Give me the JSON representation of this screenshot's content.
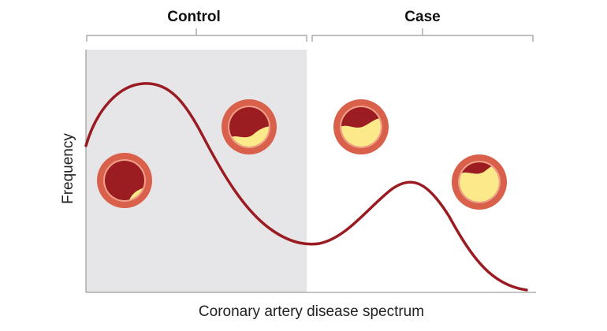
{
  "groups": {
    "control": {
      "label": "Control"
    },
    "case": {
      "label": "Case"
    }
  },
  "axes": {
    "x_label": "Coronary artery disease spectrum",
    "y_label": "Frequency"
  },
  "colors": {
    "curve": "#9b1b22",
    "control_shading": "#e6e6e8",
    "artery_wall": "#d9604a",
    "artery_lumen": "#9b1c21",
    "plaque": "#fbe98a",
    "bracket": "#a8a8a8",
    "axis": "#888888"
  },
  "arteries": [
    {
      "name": "artery-minimal-plaque",
      "plaque_level": 0.12
    },
    {
      "name": "artery-mild-plaque",
      "plaque_level": 0.35
    },
    {
      "name": "artery-moderate-plaque",
      "plaque_level": 0.5
    },
    {
      "name": "artery-severe-plaque",
      "plaque_level": 0.7
    }
  ]
}
